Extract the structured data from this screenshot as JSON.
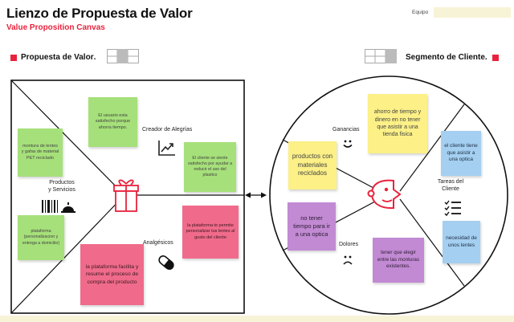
{
  "header": {
    "title": "Lienzo de Propuesta de Valor",
    "subtitle": "Value Proposition Canvas",
    "team_label": "Equipo"
  },
  "value_proposition": {
    "heading": "Propuesta de Valor",
    "gain_creators_label": "Creador de Alegrías",
    "products_label_line1": "Productos",
    "products_label_line2": "y Servicios",
    "pain_relievers_label": "Analgésicos",
    "notes": {
      "gain_satisfied": "El usuario esta satisfecho porque ahorra tiempo.",
      "gain_plastic": "El cliente se siente satisfecho por ayudar a reducir el uso del plastico",
      "product_frames": "montura de lentes y gafas de material PET reciclado",
      "product_platform": "plataforma (personalizacion y entrega a domicilio)",
      "pain_customize": "la plataforma te permite personalizar tus lentes al gusto del cliente",
      "pain_purchase": "la plataforma facilita y resume el proceso de compra del producto"
    }
  },
  "customer_segment": {
    "heading": "Segmento de Cliente",
    "gains_label": "Ganancias",
    "pains_label": "Dolores",
    "jobs_label_line1": "Tareas del",
    "jobs_label_line2": "Cliente",
    "notes": {
      "gain_save": "ahorro de tiempo y dinero en no tener que asistir a una tienda fisica",
      "gain_products": "productos con materiales reciclados",
      "pain_time": "no tener tiempo para ir a una optica",
      "pain_choose": "tener que elegir entre las monturas existentes.",
      "job_optics": "el cliente tiene que asistir a una optica",
      "job_lenses": "necesidad de unos lentes"
    }
  },
  "colors": {
    "accent": "#e8223c",
    "green_note": "#a6e07a",
    "yellow_note": "#fcf087",
    "pink_note": "#f06b8b",
    "purple_note": "#c28ad3",
    "blue_note": "#a4cff0",
    "team_field": "#f7f3d6"
  },
  "icons": [
    "gift-icon",
    "chart-up-icon",
    "barcode-icon",
    "service-bell-icon",
    "pill-icon",
    "smile-icon",
    "frown-icon",
    "checklist-icon",
    "face-profile-icon",
    "double-arrow-icon"
  ]
}
